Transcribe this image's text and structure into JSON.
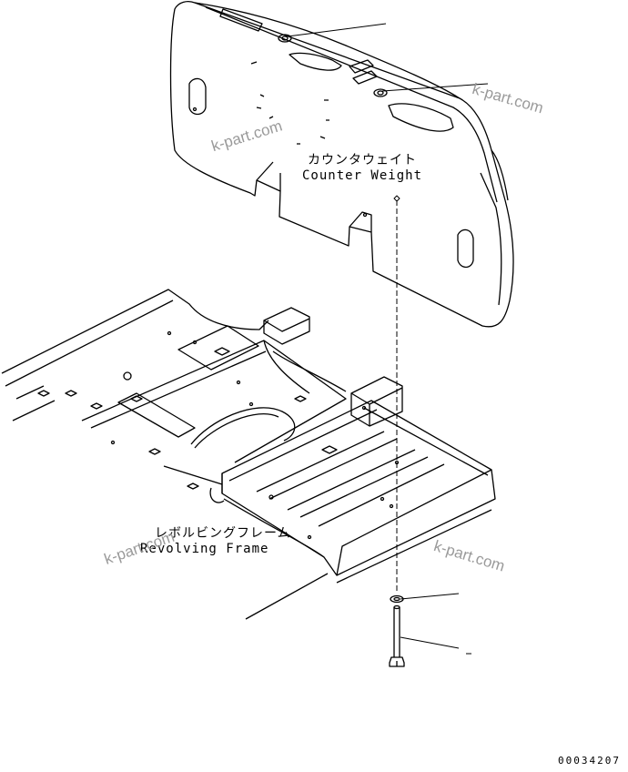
{
  "counter_weight": {
    "jp": "カウンタウェイト",
    "en": "Counter Weight"
  },
  "revolving_frame": {
    "jp": "レボルビングフレーム",
    "en": "Revolving Frame"
  },
  "watermarks": [
    "k-part.com",
    "k-part.com",
    "k-part.com",
    "k-part.com"
  ],
  "figure_number": "00034207"
}
